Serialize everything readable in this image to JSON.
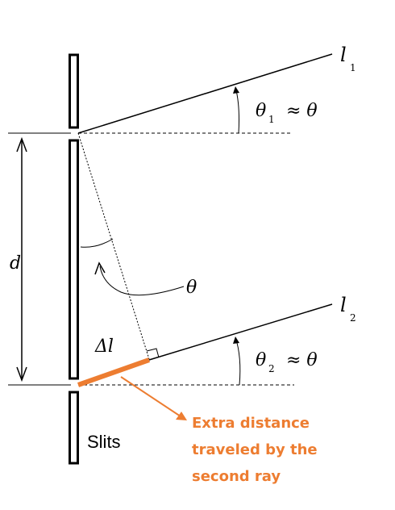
{
  "labels": {
    "ray_top": "l",
    "ray_top_sub": "1",
    "ray_bottom": "l",
    "ray_bottom_sub": "2",
    "angle_top_theta": "θ",
    "angle_top_sub": "1",
    "angle_top_approx": "≈ θ",
    "angle_bottom_theta": "θ",
    "angle_bottom_sub": "2",
    "angle_bottom_approx": "≈ θ",
    "center_angle": "θ",
    "separation": "d",
    "path_difference": "Δl",
    "slits": "Slits"
  },
  "annotation": {
    "lines": [
      "Extra distance",
      "traveled by the",
      "second ray"
    ],
    "color": "#ED7D31"
  }
}
